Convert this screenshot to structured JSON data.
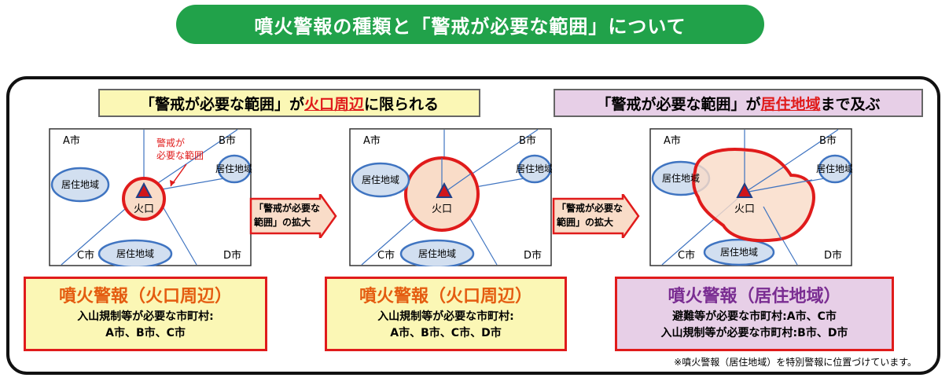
{
  "title": "噴火警報の種類と「警戒が必要な範囲」について",
  "banner_left": {
    "pre": "「警戒が必要な範囲」が",
    "highlight": "火口周辺",
    "post": "に限られる"
  },
  "banner_right": {
    "pre": "「警戒が必要な範囲」が",
    "highlight": "居住地域",
    "post": "まで及ぶ"
  },
  "map_labels": {
    "city_a": "A市",
    "city_b": "B市",
    "city_c": "C市",
    "city_d": "D市",
    "residential": "居住地域",
    "crater": "火口",
    "callout_line1": "警戒が",
    "callout_line2": "必要な範囲"
  },
  "arrow_label_line1": "「警戒が必要な",
  "arrow_label_line2": "範囲」の拡大",
  "warnings": [
    {
      "title_main": "噴火警報",
      "title_paren": "（火口周辺）",
      "title_color": "#e45c10",
      "lines": [
        "入山規制等が必要な市町村:",
        "A市、B市、C市"
      ]
    },
    {
      "title_main": "噴火警報",
      "title_paren": "（火口周辺）",
      "title_color": "#e45c10",
      "lines": [
        "入山規制等が必要な市町村:",
        "A市、B市、C市、D市"
      ]
    },
    {
      "title_main": "噴火警報",
      "title_paren": "（居住地域）",
      "title_color": "#7a2d92",
      "lines": [
        "避難等が必要な市町村:A市、C市",
        "入山規制等が必要な市町村:B市、D市"
      ]
    }
  ],
  "footnote": "※噴火警報（居住地域）を特別警報に位置づけています。",
  "colors": {
    "title_bg": "#21a24a",
    "alert_red": "#e01b1b",
    "residential_fill": "#d2dff0",
    "residential_border": "#3f74c1",
    "zone_fill": "#f9dcc8",
    "yellow_bg": "#fbf7b5",
    "purple_bg": "#e7cfe7"
  },
  "icons": [
    "volcano-triangle-icon",
    "arrow-right-icon"
  ]
}
